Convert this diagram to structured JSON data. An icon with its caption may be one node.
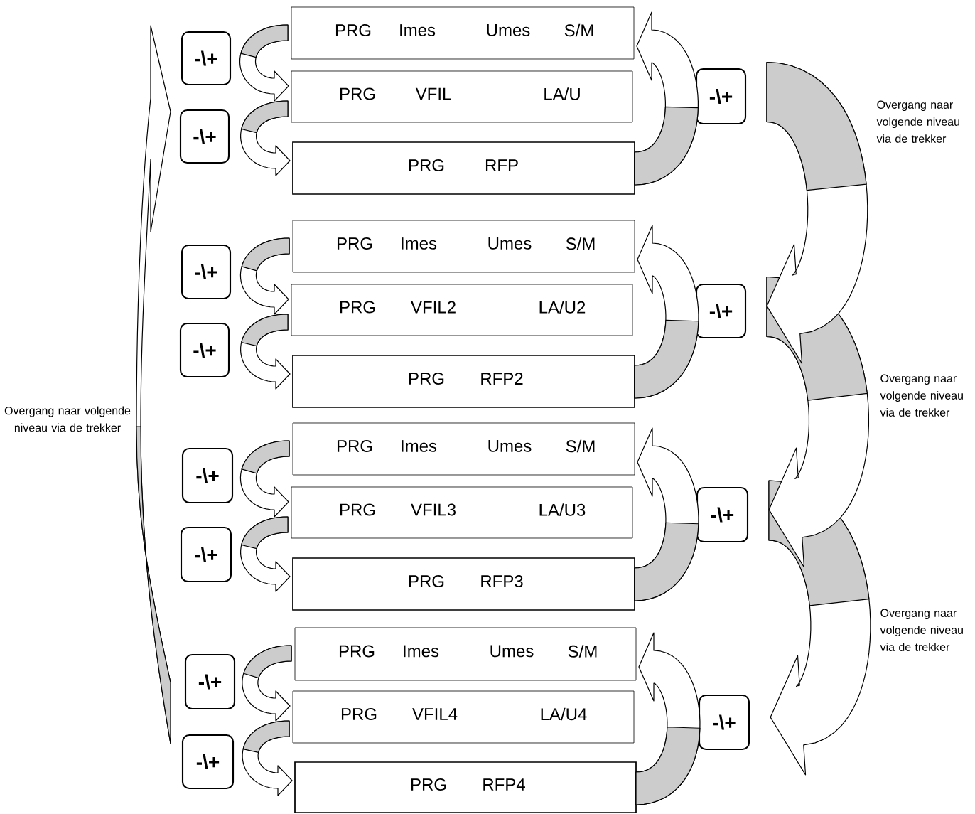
{
  "diagram": {
    "nodes": [
      {
        "text": [
          "PRG",
          "Imes",
          "Umes",
          "S/M"
        ]
      },
      {
        "text": [
          "PRG",
          "VFIL",
          "LA/U"
        ]
      },
      {
        "text": [
          "PRG",
          "RFP"
        ]
      },
      {
        "text": [
          "PRG",
          "Imes",
          "Umes",
          "S/M"
        ]
      },
      {
        "text": [
          "PRG",
          "VFIL2",
          "LA/U2"
        ]
      },
      {
        "text": [
          "PRG",
          "RFP2"
        ]
      },
      {
        "text": [
          "PRG",
          "Imes",
          "Umes",
          "S/M"
        ]
      },
      {
        "text": [
          "PRG",
          "VFIL3",
          "LA/U3"
        ]
      },
      {
        "text": [
          "PRG",
          "RFP3"
        ]
      },
      {
        "text": [
          "PRG",
          "Imes",
          "Umes",
          "S/M"
        ]
      },
      {
        "text": [
          "PRG",
          "VFIL4",
          "LA/U4"
        ]
      },
      {
        "text": [
          "PRG",
          "RFP4"
        ]
      },
      {
        "text": [
          "-\\+"
        ]
      },
      {
        "text": [
          "-\\+"
        ]
      },
      {
        "text": [
          "-\\+"
        ]
      },
      {
        "text": [
          "-\\+"
        ]
      },
      {
        "text": [
          "-\\+"
        ]
      },
      {
        "text": [
          "-\\+"
        ]
      },
      {
        "text": [
          "-\\+"
        ]
      },
      {
        "text": [
          "-\\+"
        ]
      },
      {
        "text": [
          "-\\+"
        ]
      },
      {
        "text": [
          "-\\+"
        ]
      },
      {
        "text": [
          "-\\+"
        ]
      },
      {
        "text": [
          "-\\+"
        ]
      }
    ],
    "edges": [
      {
        "from": 0,
        "to": 1,
        "arrow": "to"
      },
      {
        "from": 1,
        "to": 2,
        "arrow": "to"
      },
      {
        "from": 2,
        "to": 0,
        "arrow": "to"
      },
      {
        "from": 3,
        "to": 4,
        "arrow": "to"
      },
      {
        "from": 4,
        "to": 5,
        "arrow": "to"
      },
      {
        "from": 5,
        "to": 3,
        "arrow": "to"
      },
      {
        "from": 6,
        "to": 7,
        "arrow": "to"
      },
      {
        "from": 7,
        "to": 8,
        "arrow": "to"
      },
      {
        "from": 8,
        "to": 6,
        "arrow": "to"
      },
      {
        "from": 9,
        "to": 10,
        "arrow": "to"
      },
      {
        "from": 10,
        "to": 11,
        "arrow": "to"
      },
      {
        "from": 11,
        "to": 9,
        "arrow": "to"
      },
      {
        "from": 20,
        "to": 21,
        "arrow": "to"
      },
      {
        "from": 21,
        "to": 22,
        "arrow": "to"
      },
      {
        "from": 22,
        "to": 23,
        "arrow": "to"
      },
      {
        "from": 18,
        "to": 13,
        "arrow": "to"
      }
    ],
    "labels": [
      "Overgang naar volgende niveau via de trekker",
      "Overgang naar volgende niveau via de trekker",
      "Overgang naar volgende niveau via de trekker",
      "Overgang naar volgende niveau via de trekker"
    ]
  }
}
